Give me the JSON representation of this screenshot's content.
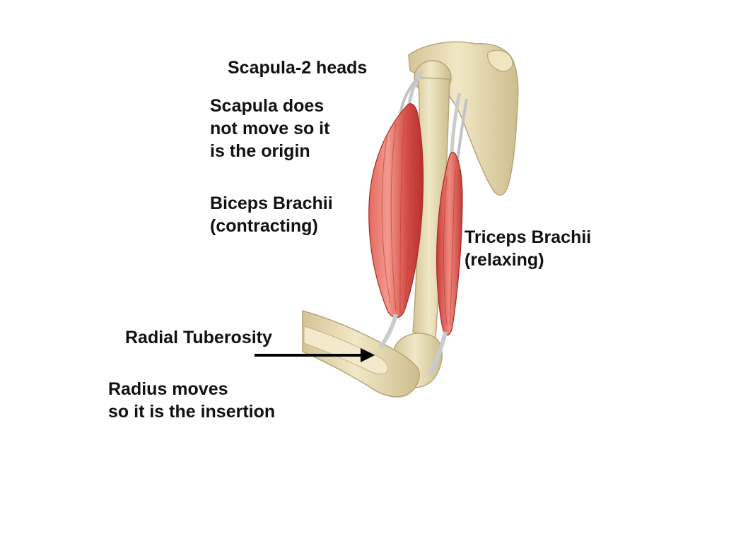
{
  "labels": {
    "scapula_heads": "Scapula-2 heads",
    "scapula_origin": [
      "Scapula does",
      "not move so it",
      "is the origin"
    ],
    "biceps": [
      "Biceps Brachii",
      "(contracting)"
    ],
    "triceps": [
      "Triceps Brachii",
      "(relaxing)"
    ],
    "radial_tuberosity": "Radial Tuberosity",
    "radius_insertion": [
      "Radius moves",
      "so it is the insertion"
    ]
  },
  "colors": {
    "bone": "#e9dfb6",
    "bone_shadow": "#c9b98a",
    "bone_outline": "#b5a677",
    "muscle": "#d9534f",
    "muscle_dark": "#b8312d",
    "muscle_light": "#f08f83",
    "tendon": "#c9ccce",
    "arrow": "#000000",
    "text": "#111111"
  }
}
